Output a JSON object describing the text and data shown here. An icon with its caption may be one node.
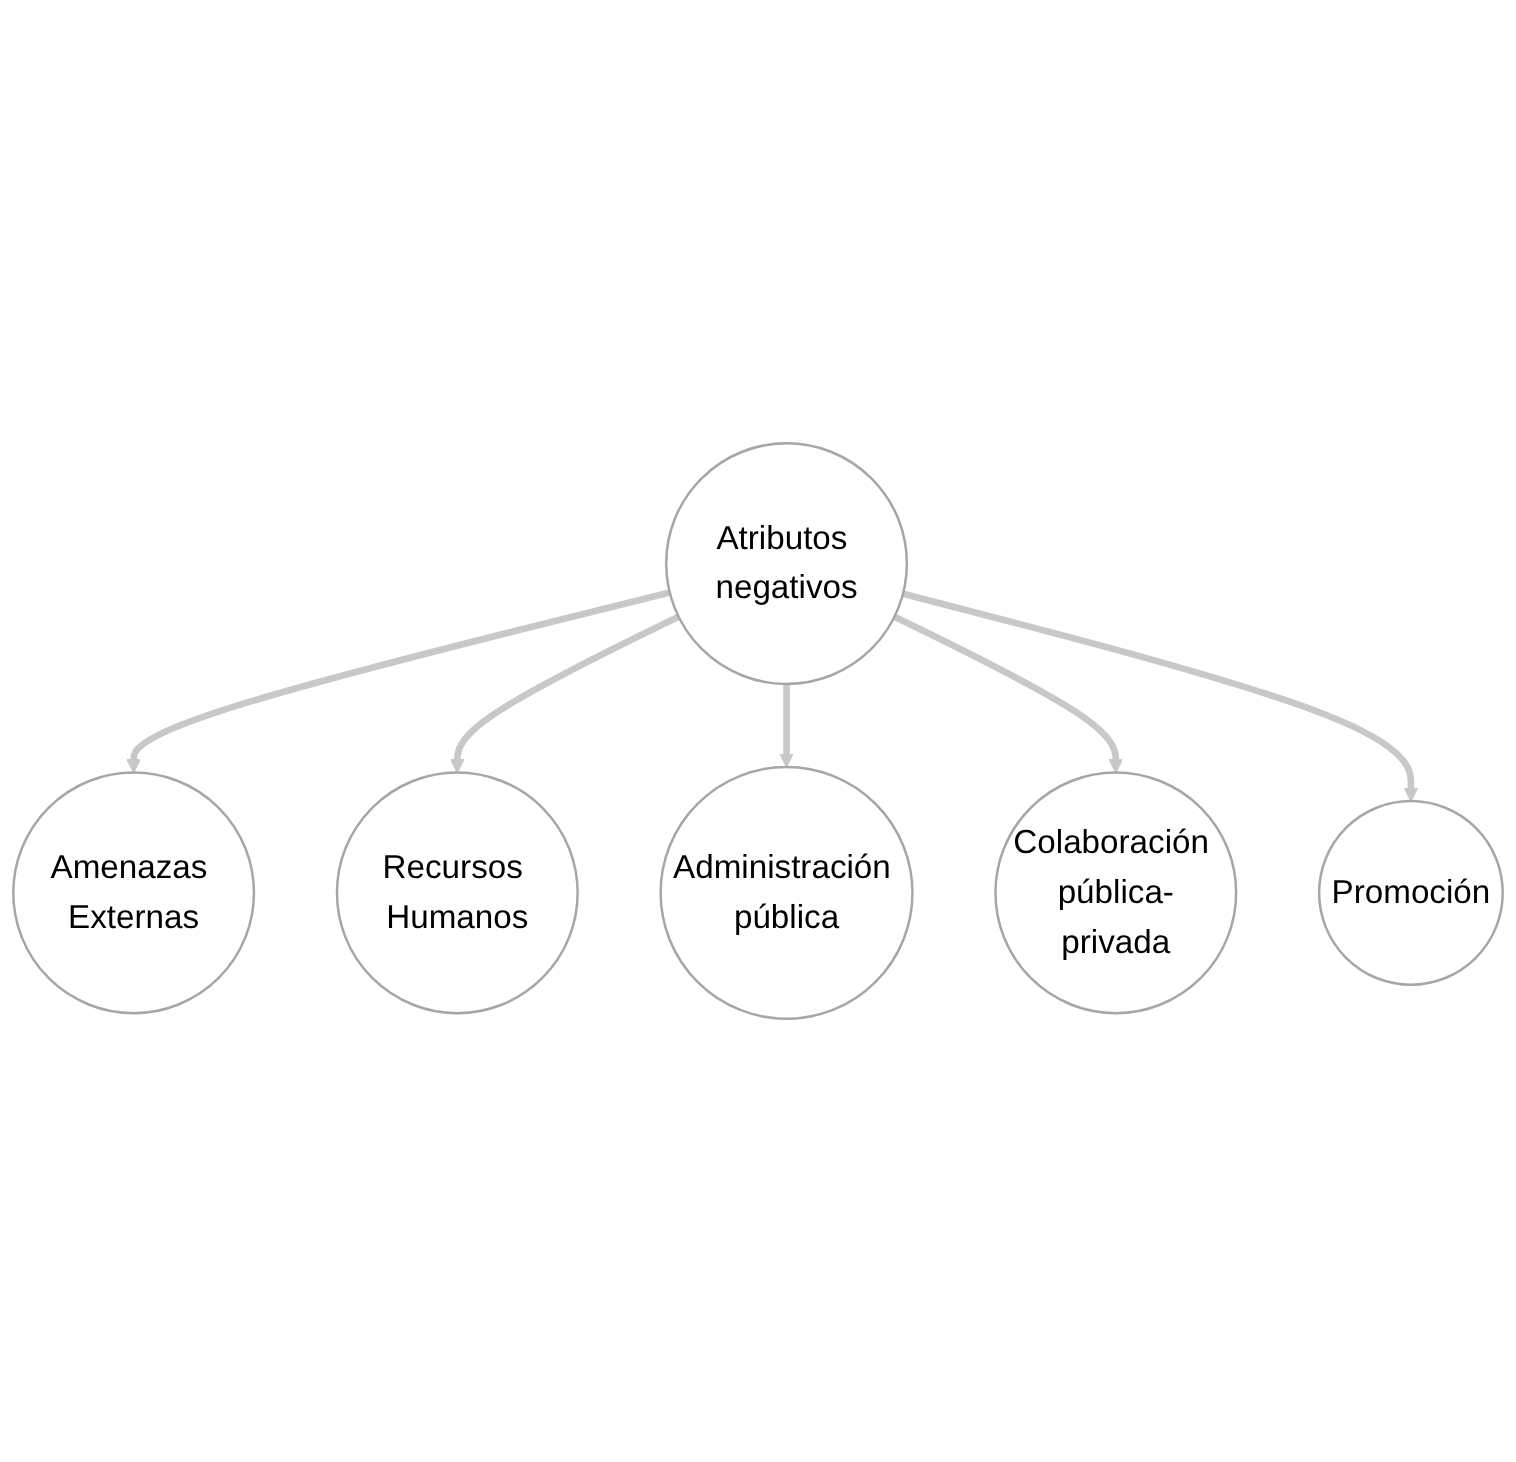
{
  "diagram": {
    "nodes": [
      {
        "text": [
          "Amenazas Externas"
        ]
      },
      {
        "text": [
          "Promoción"
        ]
      },
      {
        "text": [
          "Atributos negativos"
        ]
      },
      {
        "text": [
          "Recursos Humanos"
        ]
      },
      {
        "text": [
          "Colaboración pública-privada"
        ]
      },
      {
        "text": [
          "Administración pública"
        ]
      }
    ],
    "edges": [
      {
        "from": 2,
        "to": 0,
        "arrow": "to"
      },
      {
        "from": 2,
        "to": 3,
        "arrow": "to"
      },
      {
        "from": 2,
        "to": 5,
        "arrow": "to"
      },
      {
        "from": 2,
        "to": 4,
        "arrow": "to"
      },
      {
        "from": 2,
        "to": 1,
        "arrow": "to"
      }
    ]
  }
}
